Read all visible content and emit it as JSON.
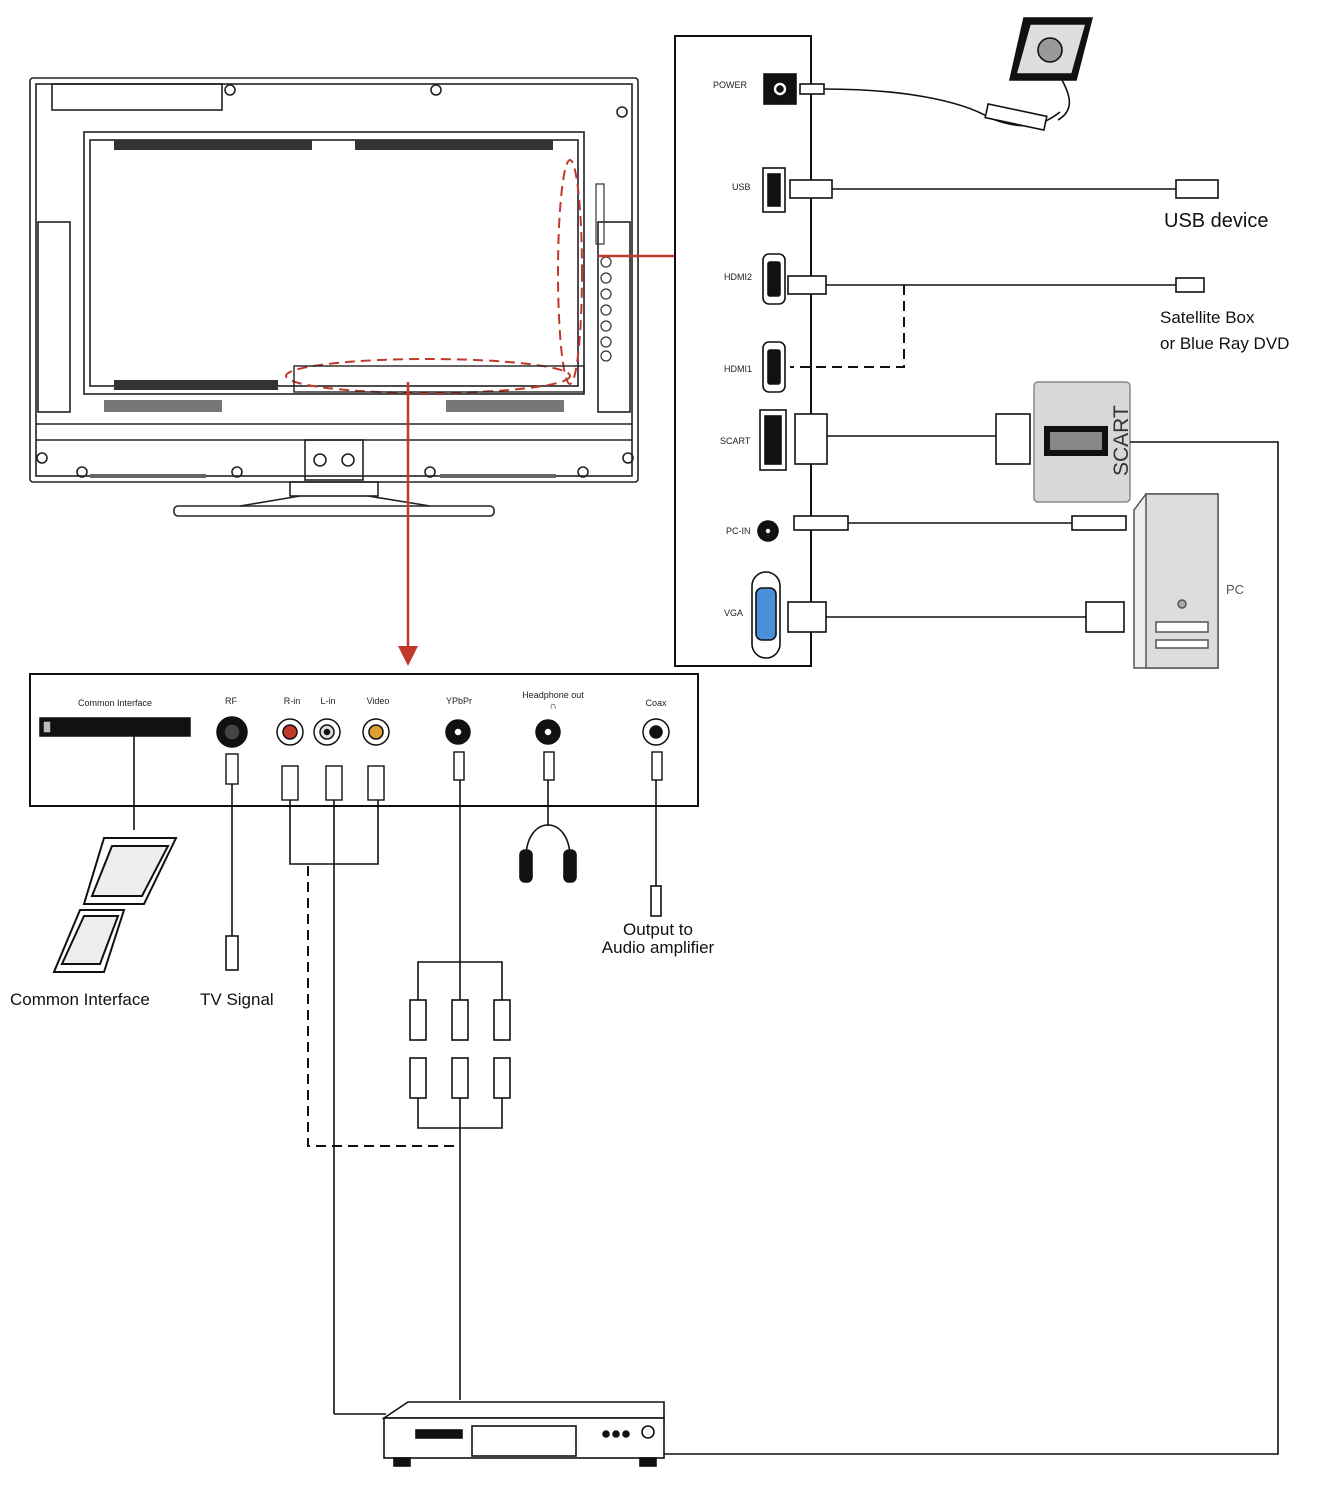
{
  "side_panel": {
    "power": "POWER",
    "usb": "USB",
    "hdmi2": "HDMI2",
    "hdmi1": "HDMI1",
    "scart": "SCART",
    "pc_in": "PC-IN",
    "vga": "VGA"
  },
  "bottom_panel": {
    "common_interface": "Common Interface",
    "rf": "RF",
    "r_in": "R-in",
    "l_in": "L-in",
    "video": "Video",
    "ypbpr": "YPbPr",
    "headphone_out": "Headphone out",
    "coax": "Coax"
  },
  "devices": {
    "usb_device": "USB device",
    "satellite_line1": "Satellite Box",
    "satellite_line2": "or Blue Ray DVD",
    "scart_adapter": "SCART",
    "pc": "PC",
    "amplifier_line1": "Output to",
    "amplifier_line2": "Audio amplifier",
    "common_interface_card": "Common Interface",
    "tv_signal": "TV Signal"
  },
  "colors": {
    "arrow": "#c0392b",
    "line": "#1a1a1a",
    "panel": "#ffffff"
  }
}
